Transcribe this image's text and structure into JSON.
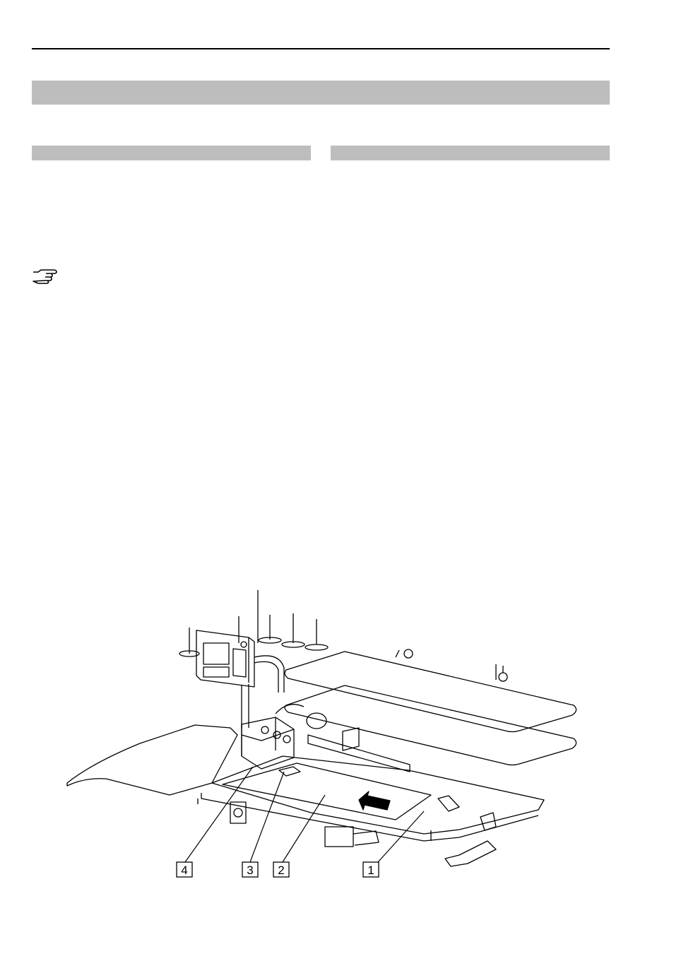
{
  "icons": {
    "note": "pointing-hand-icon"
  },
  "figure": {
    "callouts": [
      {
        "label": "4"
      },
      {
        "label": "3"
      },
      {
        "label": "2"
      },
      {
        "label": "1"
      }
    ]
  }
}
